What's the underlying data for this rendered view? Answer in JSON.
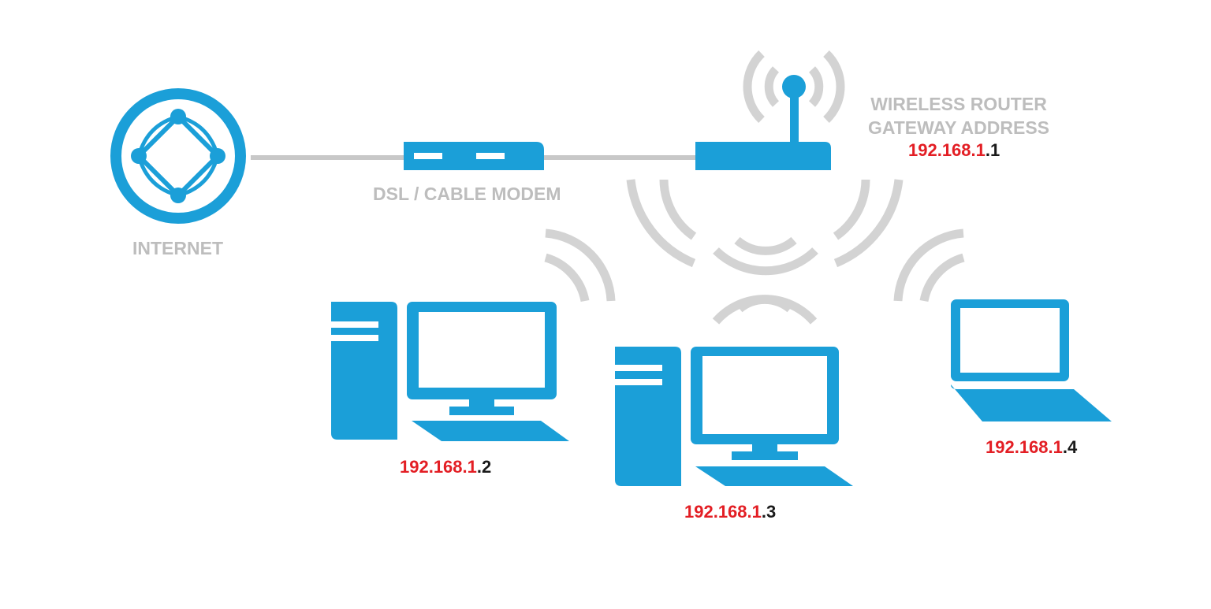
{
  "colors": {
    "device": "#1b9fd8",
    "wire": "#c8c8c8",
    "signal": "#d3d3d3",
    "label": "#bdbdbd",
    "network": "#e31e24",
    "host": "#1a1a1a"
  },
  "nodes": {
    "internet": {
      "label": "INTERNET",
      "icon": "globe-network-icon"
    },
    "modem": {
      "label": "DSL / CABLE MODEM",
      "icon": "modem-icon"
    },
    "router": {
      "label_line1": "WIRELESS ROUTER",
      "label_line2": "GATEWAY ADDRESS",
      "ip_network": "192.168.1",
      "ip_host": ".1",
      "icon": "wireless-router-icon"
    },
    "pc1": {
      "ip_network": "192.168.1",
      "ip_host": ".2",
      "icon": "desktop-computer-icon"
    },
    "pc2": {
      "ip_network": "192.168.1",
      "ip_host": ".3",
      "icon": "desktop-computer-icon"
    },
    "laptop": {
      "ip_network": "192.168.1",
      "ip_host": ".4",
      "icon": "laptop-icon"
    }
  }
}
